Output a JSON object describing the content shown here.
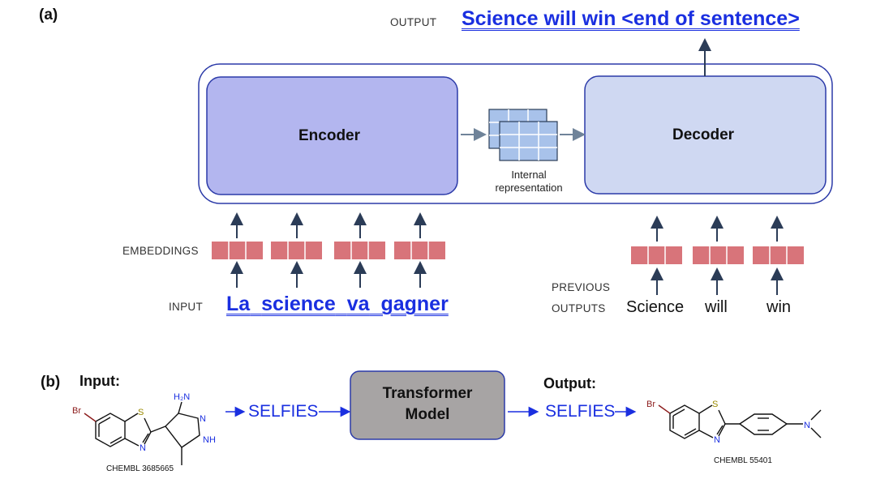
{
  "panel_a": {
    "label": "(a)",
    "output_caption": "OUTPUT",
    "output_sentence": "Science will  win <end of sentence>",
    "encoder_label": "Encoder",
    "decoder_label": "Decoder",
    "internal_line1": "Internal",
    "internal_line2": "representation",
    "embeddings_caption": "EMBEDDINGS",
    "input_caption": "INPUT",
    "input_words": [
      "La",
      "science",
      "va",
      "gagner"
    ],
    "previous_line1": "PREVIOUS",
    "previous_line2": "OUTPUTS",
    "previous_words": [
      "Science",
      "will",
      "win"
    ]
  },
  "panel_b": {
    "label": "(b)",
    "input_title": "Input:",
    "output_title": "Output:",
    "selfies_left": "SELFIES",
    "selfies_right": "SELFIES",
    "model_line1": "Transformer",
    "model_line2": "Model",
    "mol1_id": "CHEMBL  3685665",
    "mol2_id": "CHEMBL  55401",
    "atom_br": "Br",
    "atom_s": "S",
    "atom_n": "N",
    "atom_nh2": "H₂N",
    "atom_nh": "NH"
  },
  "colors": {
    "encoder_fill": "#b3b6ef",
    "decoder_fill": "#cfd8f2",
    "outline": "#2b3aa8",
    "embedding": "#d8747a",
    "arrow": "#2b3c57",
    "link_blue": "#1a2fe0",
    "model_fill": "#a7a4a4"
  }
}
